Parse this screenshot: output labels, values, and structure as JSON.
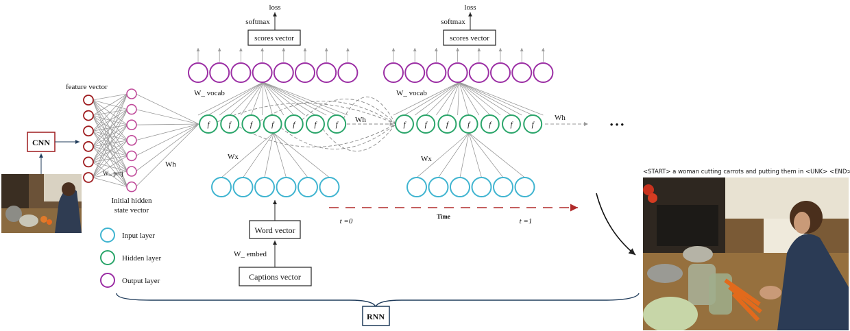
{
  "labels": {
    "cnn": "CNN",
    "feature_vector": "feature vector",
    "w_proj": "W_ proj",
    "wh_init": "Wh",
    "initial_hidden_1": "Initial hidden",
    "initial_hidden_2": "state vector",
    "loss": "loss",
    "softmax": "softmax",
    "scores_vector": "scores vector",
    "w_vocab": "W_ vocab",
    "wh": "Wh",
    "wx": "Wx",
    "f": "f",
    "word_vector": "Word vector",
    "w_embed": "W_ embed",
    "captions_vector": "Captions vector",
    "t0": "t =0",
    "time": "Time",
    "t1": "t =1",
    "ellipsis": "• • •",
    "rnn": "RNN"
  },
  "legend": [
    {
      "label": "Input layer",
      "color": "#3fb4d0"
    },
    {
      "label": "Hidden layer",
      "color": "#2aa56a"
    },
    {
      "label": "Output layer",
      "color": "#9b2ea4"
    }
  ],
  "caption": "<START> a woman cutting carrots and putting them in <UNK> <END>",
  "colors": {
    "cnn": "#9e1b1e",
    "feature_nodes": "#9e1b1e",
    "hidden_state_nodes": "#c04a9a",
    "output_nodes": "#9b2ea4",
    "hidden_nodes": "#2aa56a",
    "input_nodes": "#3fb4d0",
    "rnn_box": "#1f3b5a",
    "time_arrow": "#b02a2a",
    "edges": "#9a9a9a"
  }
}
